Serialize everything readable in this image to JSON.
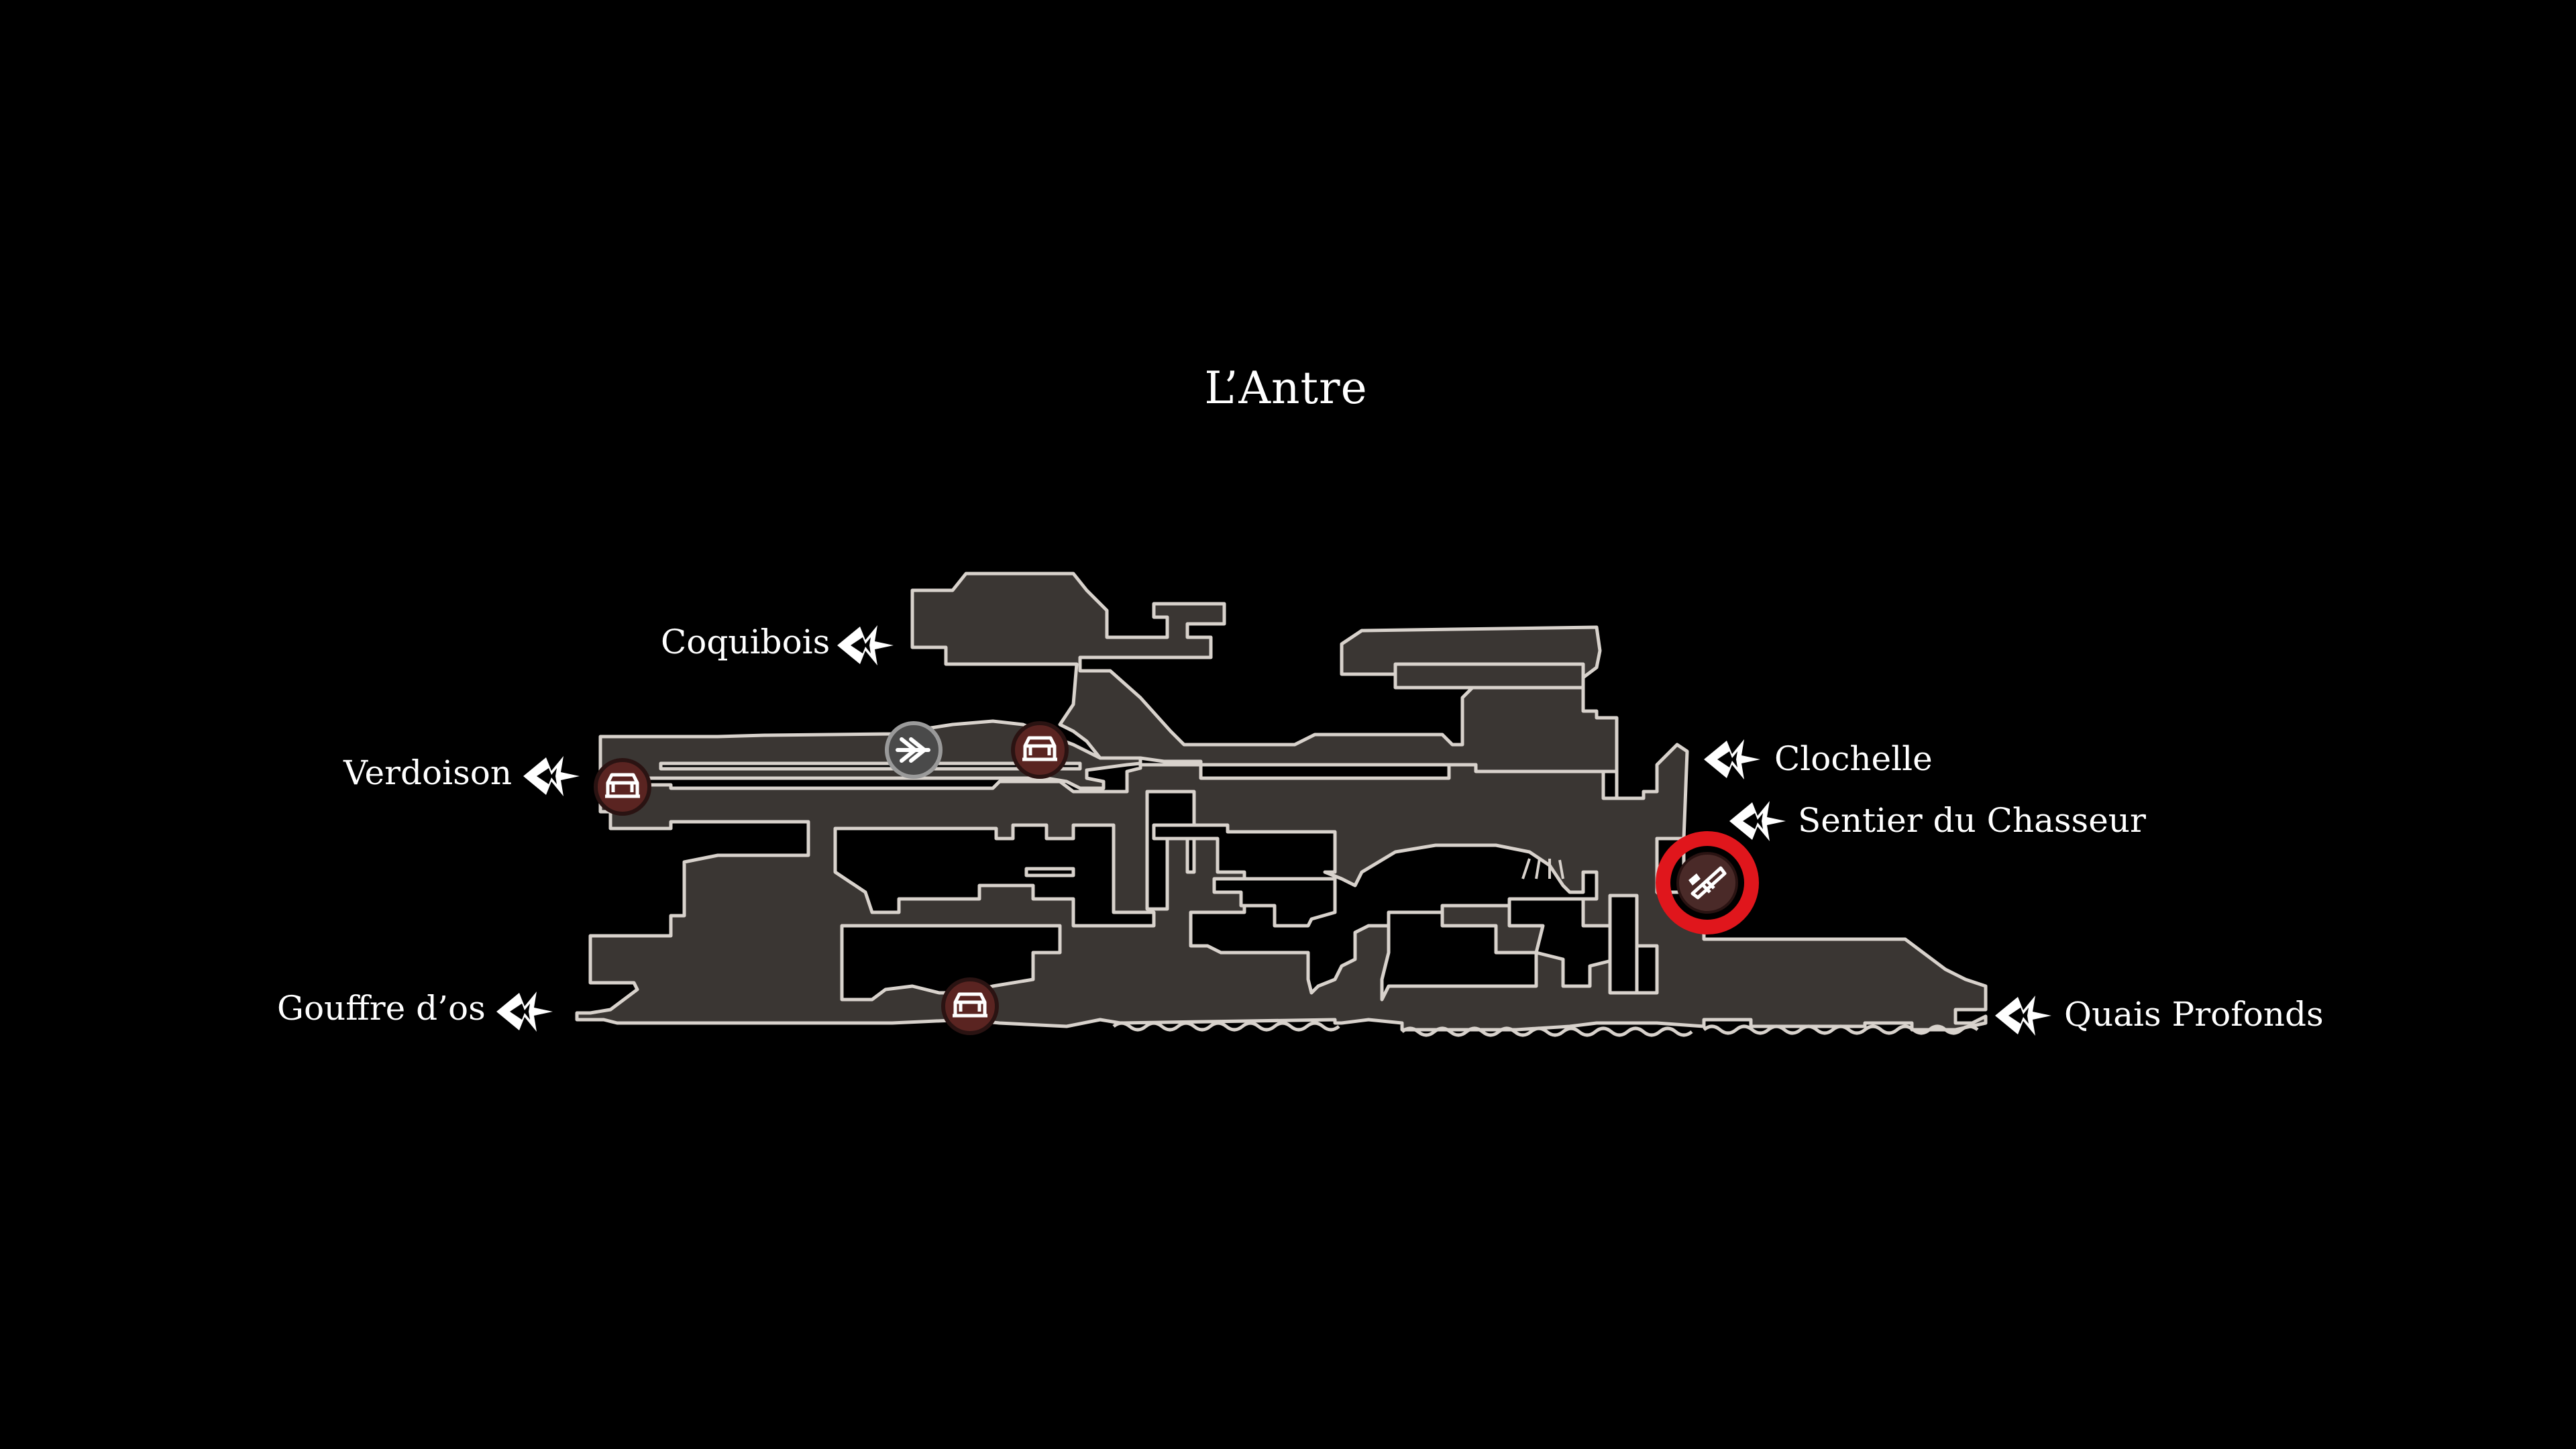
{
  "area": {
    "title": "L’Antre"
  },
  "exits": [
    {
      "id": "coquibois",
      "label": "Coquibois",
      "side": "left"
    },
    {
      "id": "verdoison",
      "label": "Verdoison",
      "side": "left"
    },
    {
      "id": "gouffre",
      "label": "Gouffre d’os",
      "side": "left"
    },
    {
      "id": "clochelle",
      "label": "Clochelle",
      "side": "right"
    },
    {
      "id": "sentier",
      "label": "Sentier du Chasseur",
      "side": "right"
    },
    {
      "id": "quais",
      "label": "Quais Profonds",
      "side": "right"
    }
  ],
  "markers": [
    {
      "type": "bench-icon",
      "count": 3
    },
    {
      "type": "fast-travel-icon",
      "count": 1
    },
    {
      "type": "highlighted-item-icon",
      "highlight_color": "#e0161c",
      "count": 1
    }
  ],
  "colors": {
    "background": "#000000",
    "room_fill": "#3a3633",
    "room_outline": "#d8d2cc",
    "label_text": "#ffffff",
    "bench_marker": "#5a2421",
    "highlight_ring": "#e0161c"
  }
}
